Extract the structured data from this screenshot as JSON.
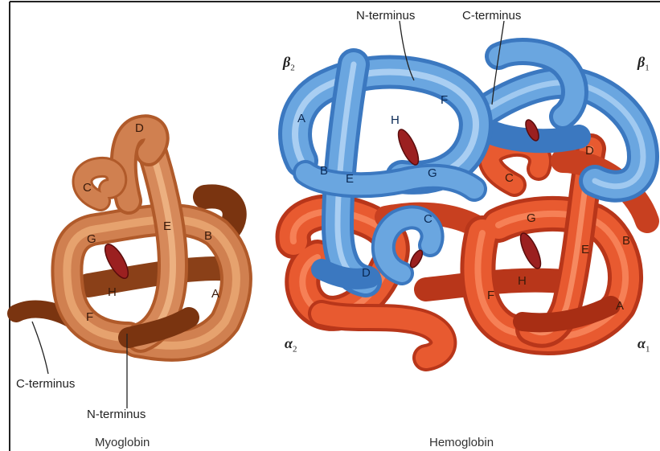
{
  "myoglobin": {
    "caption": "Myoglobin",
    "c_terminus": "C-terminus",
    "n_terminus": "N-terminus",
    "helices": {
      "A": "A",
      "B": "B",
      "C": "C",
      "D": "D",
      "E": "E",
      "F": "F",
      "G": "G",
      "H": "H"
    }
  },
  "hemoglobin": {
    "caption": "Hemoglobin",
    "n_terminus": "N-terminus",
    "c_terminus": "C-terminus",
    "subunits": {
      "beta2": {
        "letter": "β",
        "sub": "2"
      },
      "beta1": {
        "letter": "β",
        "sub": "1"
      },
      "alpha2": {
        "letter": "α",
        "sub": "2"
      },
      "alpha1": {
        "letter": "α",
        "sub": "1"
      }
    },
    "beta_helices": {
      "A": "A",
      "B": "B",
      "C": "C",
      "D": "D",
      "E": "E",
      "F": "F",
      "G": "G",
      "H": "H"
    },
    "alpha_helices": {
      "A": "A",
      "B": "B",
      "C": "C",
      "D": "D",
      "E": "E",
      "F": "F",
      "G": "G",
      "H": "H"
    }
  },
  "colors": {
    "myoglobin": "#c8743f",
    "myoglobin_dark": "#7a3410",
    "alpha": "#e85a30",
    "alpha_dark": "#b8361a",
    "beta": "#6aa6e0",
    "beta_dark": "#3b78c0",
    "heme": "#9b2020"
  }
}
